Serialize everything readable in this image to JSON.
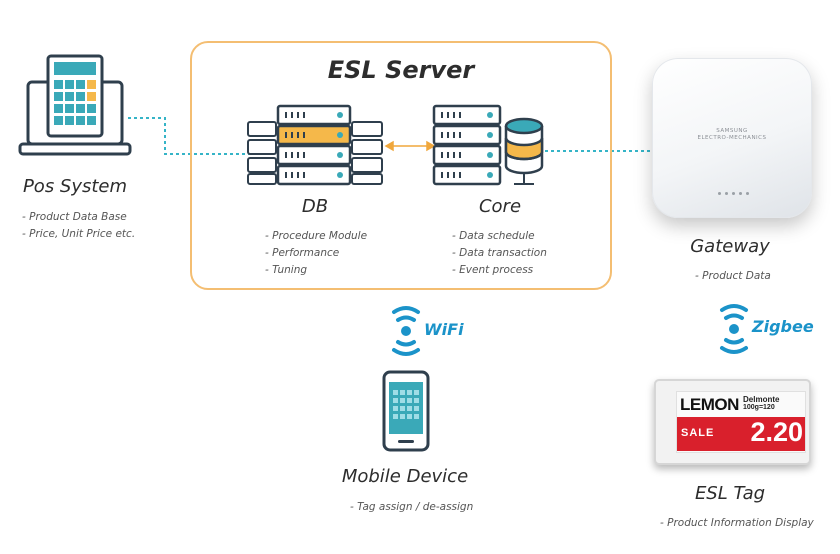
{
  "server": {
    "title": "ESL Server",
    "db": {
      "label": "DB",
      "details": [
        "Procedure Module",
        "Performance",
        "Tuning"
      ]
    },
    "core": {
      "label": "Core",
      "details": [
        "Data schedule",
        "Data transaction",
        "Event process"
      ]
    }
  },
  "pos": {
    "label": "Pos System",
    "details": [
      "Product Data Base",
      "Price, Unit Price etc."
    ]
  },
  "gateway": {
    "label": "Gateway",
    "details": [
      "Product Data"
    ],
    "brand_line1": "SAMSUNG",
    "brand_line2": "ELECTRO-MECHANICS"
  },
  "mobile": {
    "label": "Mobile Device",
    "details": [
      "Tag assign / de-assign"
    ]
  },
  "esl_tag": {
    "label": "ESL Tag",
    "details": [
      "Product Information Display"
    ],
    "product": "LEMON",
    "brand": "Delmonte",
    "weight": "100g=120",
    "sale": "SALE",
    "price": "2.20"
  },
  "links": {
    "wifi": "WiFi",
    "zigbee": "Zigbee"
  },
  "colors": {
    "accent_orange": "#f4be72",
    "icon_teal": "#3aa9b8",
    "icon_yellow": "#f5b84a",
    "wireless_blue": "#1b93c9",
    "tag_red": "#d9202c"
  }
}
